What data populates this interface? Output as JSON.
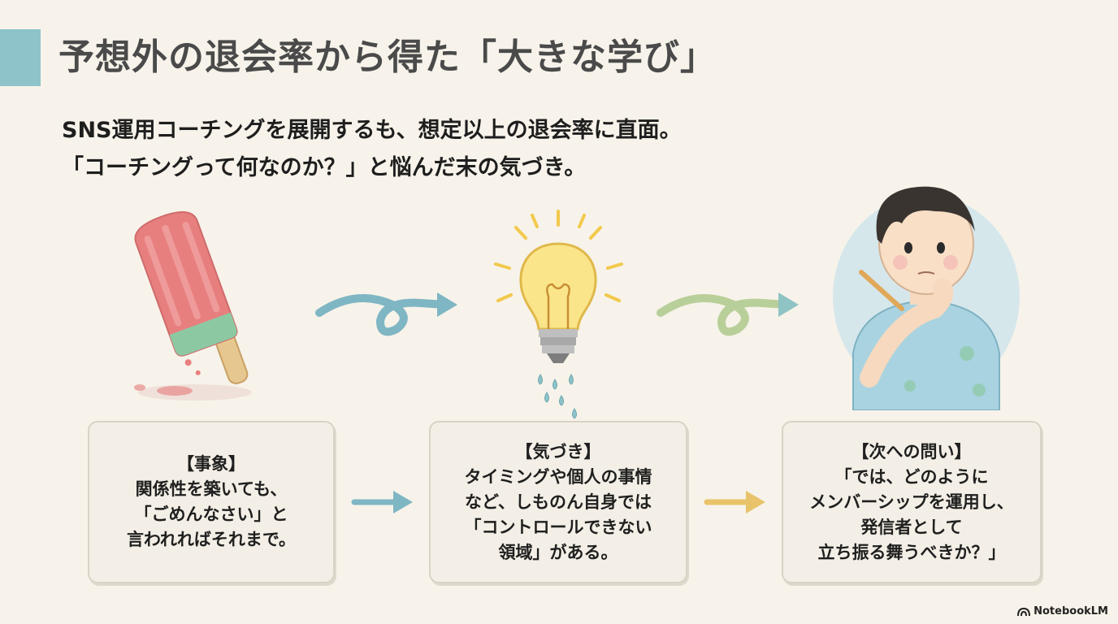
{
  "title": "予想外の退会率から得た「大きな学び」",
  "subtitle": {
    "line1": "SNS運用コーチングを展開するも、想定以上の退会率に直面。",
    "line2": "「コーチングって何なのか？」と悩んだ末の気づき。"
  },
  "boxes": [
    {
      "heading": "【事象】",
      "lines": [
        "関係性を築いても、",
        "「ごめんなさい」と",
        "言われればそれまで。"
      ]
    },
    {
      "heading": "【気づき】",
      "lines": [
        "タイミングや個人の事情",
        "など、しものん自身では",
        "「コントロールできない",
        "領域」がある。"
      ]
    },
    {
      "heading": "【次への問い】",
      "lines": [
        "「では、どのように",
        "メンバーシップを運用し、",
        "発信者として",
        "立ち振る舞うべきか？」"
      ]
    }
  ],
  "logo": {
    "icon": "notebooklm-logo-icon",
    "text": "NotebookLM"
  },
  "illustrations": [
    "melting-popsicle",
    "lightbulb",
    "thinking-boy"
  ],
  "colors": {
    "accent": "#8ec3c9",
    "background": "#f7f3ea",
    "box_border": "#d9d3c6"
  }
}
